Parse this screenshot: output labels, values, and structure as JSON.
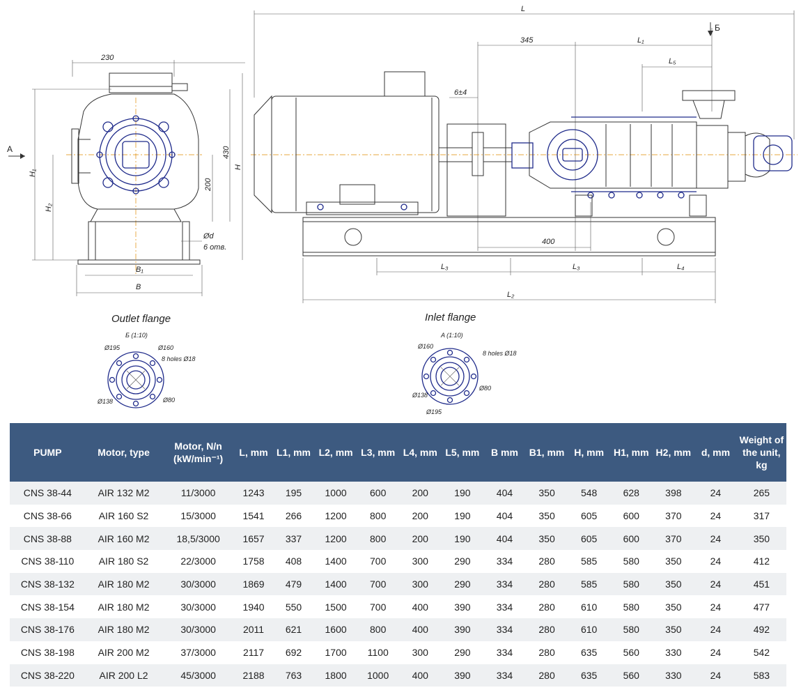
{
  "drawing": {
    "dims": {
      "d230": "230",
      "d345": "345",
      "L": "L",
      "L1": "L₁",
      "L2": "L₂",
      "L3a": "L₃",
      "L3b": "L₃",
      "L4": "L₄",
      "L5": "L₅",
      "B": "B",
      "B1": "B₁",
      "H": "H",
      "H1": "H₁",
      "H2": "H₂",
      "d430": "430",
      "d200": "200",
      "d400": "400",
      "gap": "6±4",
      "hole": "Ød",
      "holes_count": "6 отв.",
      "view_a": "A",
      "view_b": "Б"
    },
    "outlet": {
      "caption": "Outlet flange",
      "view": "Б (1:10)",
      "d195": "Ø195",
      "d160": "Ø160",
      "holes": "8 holes Ø18",
      "d138": "Ø138",
      "d80": "Ø80"
    },
    "inlet": {
      "caption": "Inlet flange",
      "view": "A (1:10)",
      "d160": "Ø160",
      "holes": "8 holes Ø18",
      "d80": "Ø80",
      "d138": "Ø138",
      "d195": "Ø195"
    }
  },
  "table": {
    "headers": [
      "PUMP",
      "Motor, type",
      "Motor, N/n (kW/min⁻¹)",
      "L, mm",
      "L1, mm",
      "L2, mm",
      "L3, mm",
      "L4, mm",
      "L5, mm",
      "B mm",
      "B1, mm",
      "H, mm",
      "H1, mm",
      "H2, mm",
      "d, mm",
      "Weight of the unit, kg"
    ],
    "rows": [
      [
        "CNS 38-44",
        "AIR 132 M2",
        "11/3000",
        "1243",
        "195",
        "1000",
        "600",
        "200",
        "190",
        "404",
        "350",
        "548",
        "628",
        "398",
        "24",
        "265"
      ],
      [
        "CNS 38-66",
        "AIR 160 S2",
        "15/3000",
        "1541",
        "266",
        "1200",
        "800",
        "200",
        "190",
        "404",
        "350",
        "605",
        "600",
        "370",
        "24",
        "317"
      ],
      [
        "CNS 38-88",
        "AIR 160 M2",
        "18,5/3000",
        "1657",
        "337",
        "1200",
        "800",
        "200",
        "190",
        "404",
        "350",
        "605",
        "600",
        "370",
        "24",
        "350"
      ],
      [
        "CNS 38-110",
        "AIR 180 S2",
        "22/3000",
        "1758",
        "408",
        "1400",
        "700",
        "300",
        "290",
        "334",
        "280",
        "585",
        "580",
        "350",
        "24",
        "412"
      ],
      [
        "CNS 38-132",
        "AIR 180 M2",
        "30/3000",
        "1869",
        "479",
        "1400",
        "700",
        "300",
        "290",
        "334",
        "280",
        "585",
        "580",
        "350",
        "24",
        "451"
      ],
      [
        "CNS 38-154",
        "AIR 180 M2",
        "30/3000",
        "1940",
        "550",
        "1500",
        "700",
        "400",
        "390",
        "334",
        "280",
        "610",
        "580",
        "350",
        "24",
        "477"
      ],
      [
        "CNS 38-176",
        "AIR 180 M2",
        "30/3000",
        "2011",
        "621",
        "1600",
        "800",
        "400",
        "390",
        "334",
        "280",
        "610",
        "580",
        "350",
        "24",
        "492"
      ],
      [
        "CNS 38-198",
        "AIR 200 M2",
        "37/3000",
        "2117",
        "692",
        "1700",
        "1100",
        "300",
        "290",
        "334",
        "280",
        "635",
        "560",
        "330",
        "24",
        "542"
      ],
      [
        "CNS 38-220",
        "AIR 200 L2",
        "45/3000",
        "2188",
        "763",
        "1800",
        "1000",
        "400",
        "390",
        "334",
        "280",
        "635",
        "560",
        "330",
        "24",
        "583"
      ]
    ]
  }
}
